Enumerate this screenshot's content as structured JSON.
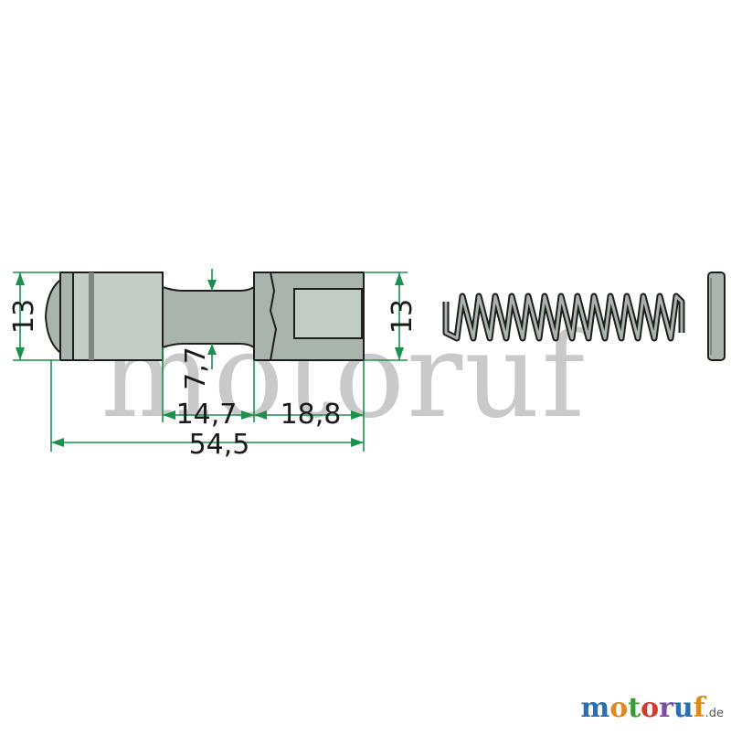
{
  "watermark": "motoruf",
  "dimensions": {
    "height_left": "13",
    "height_right": "13",
    "neck_diameter": "7,7",
    "neck_length": "14,7",
    "head_length": "18,8",
    "total_length": "54,5"
  },
  "brand": {
    "letters": [
      "m",
      "o",
      "t",
      "o",
      "r",
      "u",
      "f"
    ],
    "letter_colors": [
      "#2a6fb0",
      "#e08a1e",
      "#3a9a3a",
      "#d23a2a",
      "#7a4ea0",
      "#2a6fb0",
      "#e08a1e"
    ],
    "suffix": ".de"
  },
  "colors": {
    "dimension_line": "#1d8f4e",
    "part_fill": "#a9b5ac",
    "outline": "#1e1e1e"
  }
}
